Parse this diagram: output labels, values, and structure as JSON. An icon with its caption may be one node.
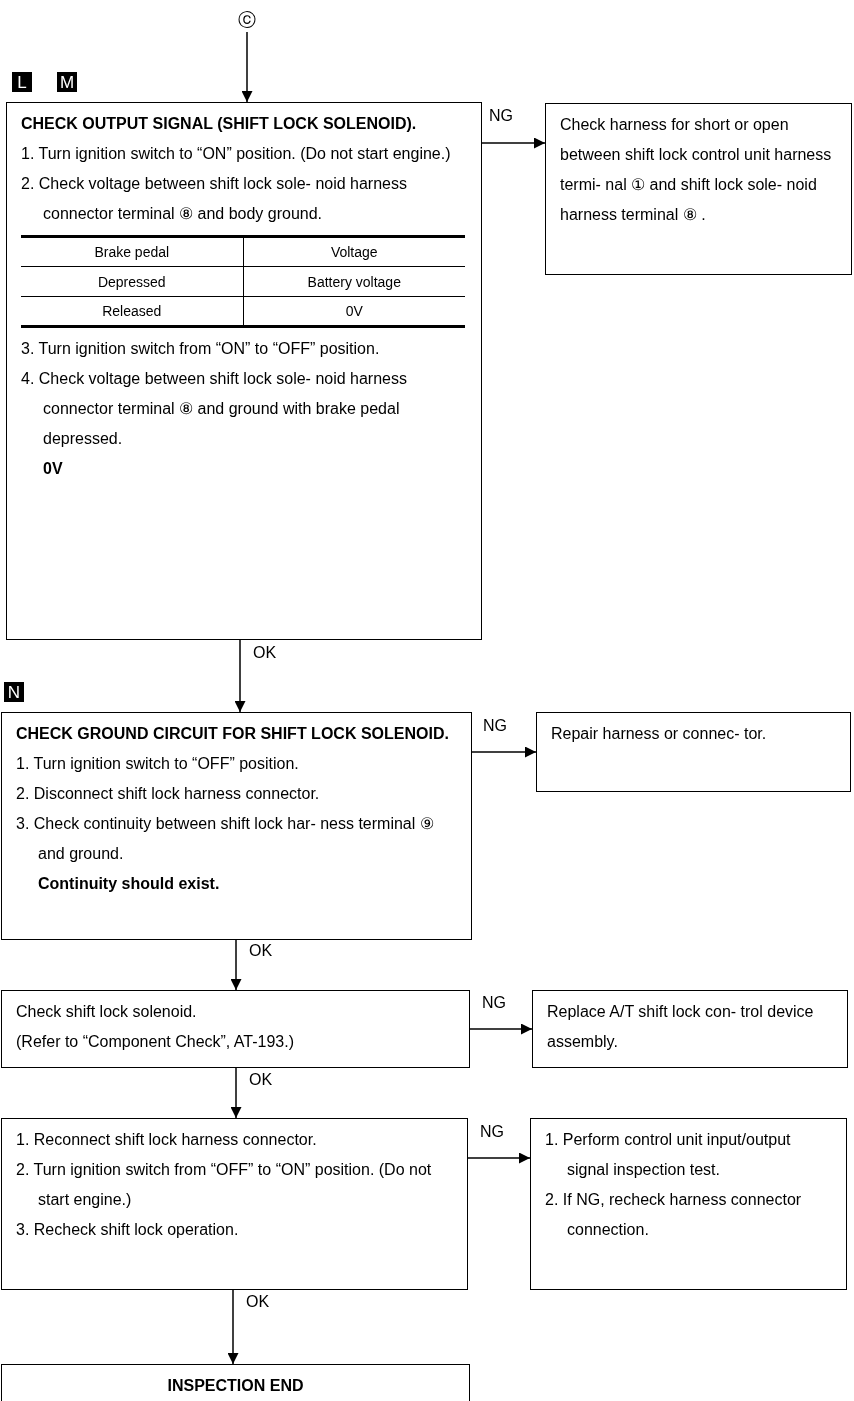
{
  "diagram": {
    "nodes": [
      {
        "text": [
          "ⓒ"
        ]
      },
      {
        "text": [
          "CHECK OUTPUT SIGNAL (SHIFT LOCK SOLENOID).",
          "1. Turn ignition switch to “ON” position. (Do not start engine.)",
          "2. Check voltage between shift lock sole- noid harness connector terminal ⑧ and body ground.",
          "3. Turn ignition switch from “ON” to “OFF” position.",
          "4. Check voltage between shift lock sole- noid harness connector terminal ⑧ and ground with brake pedal depressed.",
          "0V"
        ],
        "beside": [
          "L",
          "M"
        ]
      },
      {
        "text": [
          "Check harness for short or open between shift lock control unit harness termi- nal ① and shift lock sole- noid harness terminal ⑧ ."
        ]
      },
      {
        "text": [
          "CHECK GROUND CIRCUIT FOR SHIFT LOCK SOLENOID.",
          "1. Turn ignition switch to “OFF” position.",
          "2. Disconnect shift lock harness connector.",
          "3. Check continuity between shift lock har- ness terminal ⑨ and ground.",
          "Continuity should exist."
        ],
        "beside": [
          "N"
        ]
      },
      {
        "text": [
          "Repair harness or connec- tor."
        ]
      },
      {
        "text": [
          "Check shift lock solenoid.",
          "(Refer to “Component Check”, AT-193.)"
        ]
      },
      {
        "text": [
          "Replace A/T shift lock con- trol device assembly."
        ]
      },
      {
        "text": [
          "1. Reconnect shift lock harness connector.",
          "2. Turn ignition switch from “OFF” to “ON” position. (Do not start engine.)",
          "3. Recheck shift lock operation."
        ]
      },
      {
        "text": [
          "1. Perform control unit input/output signal inspection test.",
          "2. If NG, recheck harness connector connection."
        ]
      },
      {
        "text": [
          "INSPECTION END"
        ]
      }
    ],
    "edges": [
      {
        "from": 0,
        "to": 1,
        "arrow": "to"
      },
      {
        "from": 1,
        "to": 2,
        "arrow": "to",
        "label": "NG"
      },
      {
        "from": 1,
        "to": 3,
        "arrow": "to",
        "label": "OK"
      },
      {
        "from": 3,
        "to": 4,
        "arrow": "to",
        "label": "NG"
      },
      {
        "from": 3,
        "to": 5,
        "arrow": "to",
        "label": "OK"
      },
      {
        "from": 5,
        "to": 6,
        "arrow": "to",
        "label": "NG"
      },
      {
        "from": 5,
        "to": 7,
        "arrow": "to",
        "label": "OK"
      },
      {
        "from": 7,
        "to": 8,
        "arrow": "to",
        "label": "NG"
      },
      {
        "from": 7,
        "to": 9,
        "arrow": "to",
        "label": "OK"
      }
    ],
    "labels": [
      "Brake pedal",
      "Voltage",
      "Depressed",
      "Battery voltage",
      "Released",
      "0V"
    ]
  }
}
